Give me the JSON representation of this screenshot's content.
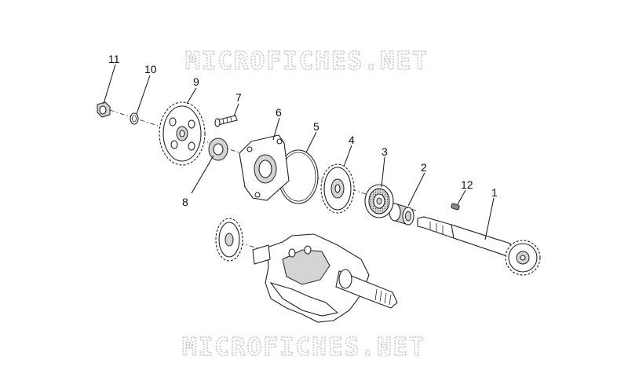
{
  "watermark": {
    "text": "MICROFICHES.NET"
  },
  "callouts": [
    {
      "id": "1",
      "label": "1"
    },
    {
      "id": "2",
      "label": "2"
    },
    {
      "id": "3",
      "label": "3"
    },
    {
      "id": "4",
      "label": "4"
    },
    {
      "id": "5",
      "label": "5"
    },
    {
      "id": "6",
      "label": "6"
    },
    {
      "id": "7",
      "label": "7"
    },
    {
      "id": "8",
      "label": "8"
    },
    {
      "id": "9",
      "label": "9"
    },
    {
      "id": "10",
      "label": "10"
    },
    {
      "id": "11",
      "label": "11"
    },
    {
      "id": "12",
      "label": "12"
    }
  ],
  "colors": {
    "ink": "#111111",
    "watermark": "#c8c8c8",
    "shade": "#d4d4d4"
  }
}
